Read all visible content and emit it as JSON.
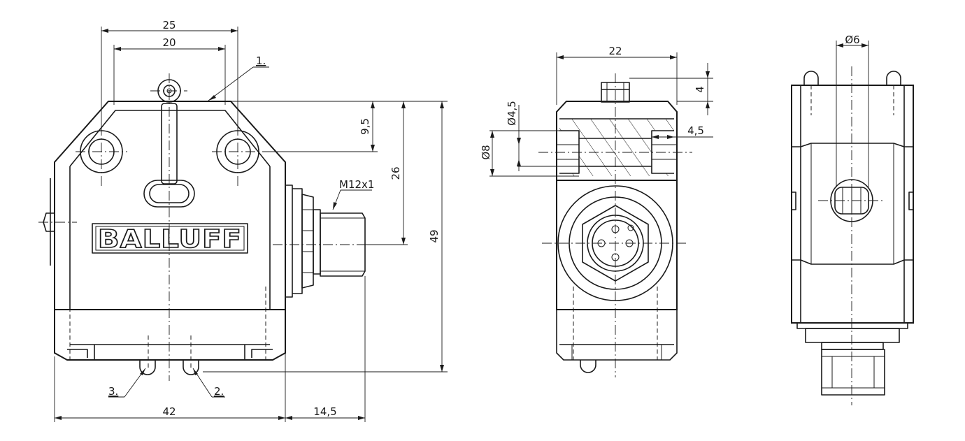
{
  "brand": "BALLUFF",
  "front_view": {
    "dim_width_outer": "25",
    "dim_width_inner": "20",
    "dim_height_top": "9,5",
    "dim_height_mid": "26",
    "dim_height_total": "49",
    "dim_width_body": "42",
    "dim_connector_len": "14,5",
    "thread_label": "M12x1",
    "callout_1": "1.",
    "callout_2": "2.",
    "callout_3": "3."
  },
  "side_view": {
    "dim_width": "22",
    "dim_plunger": "4",
    "dim_hole_small": "Ø4,5",
    "dim_hole_large": "Ø8",
    "dim_counterbore": "4,5"
  },
  "top_view": {
    "dim_diameter": "Ø6"
  }
}
